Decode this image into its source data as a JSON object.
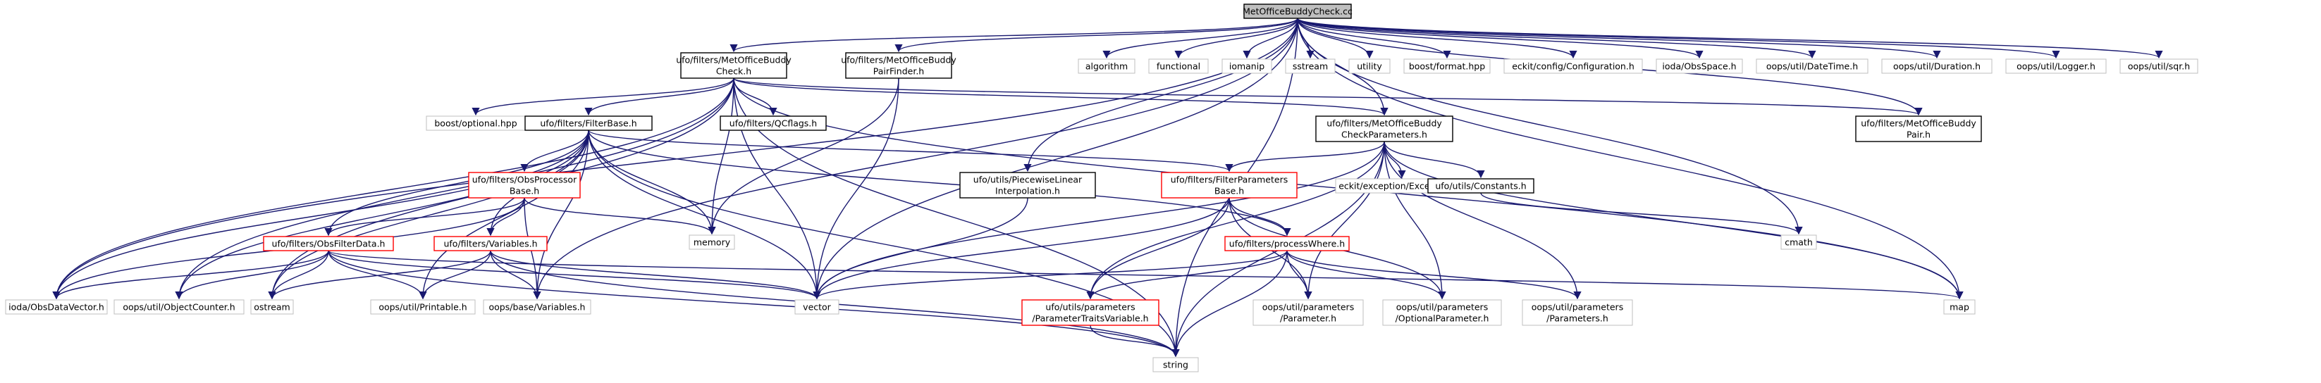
{
  "graph": {
    "nodes": [
      {
        "id": "root",
        "lines": [
          "MetOfficeBuddyCheck.cc"
        ],
        "style": "root"
      },
      {
        "id": "buddycheck_h",
        "lines": [
          "ufo/filters/MetOfficeBuddy",
          "Check.h"
        ],
        "style": "black"
      },
      {
        "id": "pairfinder_h",
        "lines": [
          "ufo/filters/MetOfficeBuddy",
          "PairFinder.h"
        ],
        "style": "black"
      },
      {
        "id": "algorithm",
        "lines": [
          "algorithm"
        ],
        "style": "gray"
      },
      {
        "id": "functional",
        "lines": [
          "functional"
        ],
        "style": "gray"
      },
      {
        "id": "iomanip",
        "lines": [
          "iomanip"
        ],
        "style": "gray"
      },
      {
        "id": "sstream",
        "lines": [
          "sstream"
        ],
        "style": "gray"
      },
      {
        "id": "utility",
        "lines": [
          "utility"
        ],
        "style": "gray"
      },
      {
        "id": "boost_format",
        "lines": [
          "boost/format.hpp"
        ],
        "style": "gray"
      },
      {
        "id": "eckit_config",
        "lines": [
          "eckit/config/Configuration.h"
        ],
        "style": "gray"
      },
      {
        "id": "ioda_obsspace",
        "lines": [
          "ioda/ObsSpace.h"
        ],
        "style": "gray"
      },
      {
        "id": "oops_datetime",
        "lines": [
          "oops/util/DateTime.h"
        ],
        "style": "gray"
      },
      {
        "id": "oops_duration",
        "lines": [
          "oops/util/Duration.h"
        ],
        "style": "gray"
      },
      {
        "id": "oops_logger",
        "lines": [
          "oops/util/Logger.h"
        ],
        "style": "gray"
      },
      {
        "id": "oops_sqr",
        "lines": [
          "oops/util/sqr.h"
        ],
        "style": "gray"
      },
      {
        "id": "boost_optional",
        "lines": [
          "boost/optional.hpp"
        ],
        "style": "gray"
      },
      {
        "id": "filterbase_h",
        "lines": [
          "ufo/filters/FilterBase.h"
        ],
        "style": "black"
      },
      {
        "id": "qcflags_h",
        "lines": [
          "ufo/filters/QCflags.h"
        ],
        "style": "black"
      },
      {
        "id": "checkparams_h",
        "lines": [
          "ufo/filters/MetOfficeBuddy",
          "CheckParameters.h"
        ],
        "style": "black"
      },
      {
        "id": "pair_h",
        "lines": [
          "ufo/filters/MetOfficeBuddy",
          "Pair.h"
        ],
        "style": "black"
      },
      {
        "id": "obsprocessor_h",
        "lines": [
          "ufo/filters/ObsProcessor",
          "Base.h"
        ],
        "style": "red"
      },
      {
        "id": "piecewise_h",
        "lines": [
          "ufo/utils/PiecewiseLinear",
          "Interpolation.h"
        ],
        "style": "black"
      },
      {
        "id": "filterparams_h",
        "lines": [
          "ufo/filters/FilterParameters",
          "Base.h"
        ],
        "style": "red"
      },
      {
        "id": "eckit_exceptions",
        "lines": [
          "eckit/exception/Exceptions.h"
        ],
        "style": "gray"
      },
      {
        "id": "constants_h",
        "lines": [
          "ufo/utils/Constants.h"
        ],
        "style": "black"
      },
      {
        "id": "memory",
        "lines": [
          "memory"
        ],
        "style": "gray"
      },
      {
        "id": "cmath",
        "lines": [
          "cmath"
        ],
        "style": "gray"
      },
      {
        "id": "obsfilterdata_h",
        "lines": [
          "ufo/filters/ObsFilterData.h"
        ],
        "style": "red"
      },
      {
        "id": "variables_h",
        "lines": [
          "ufo/filters/Variables.h"
        ],
        "style": "red"
      },
      {
        "id": "processwhere_h",
        "lines": [
          "ufo/filters/processWhere.h"
        ],
        "style": "red"
      },
      {
        "id": "vector",
        "lines": [
          "vector"
        ],
        "style": "gray"
      },
      {
        "id": "map",
        "lines": [
          "map"
        ],
        "style": "gray"
      },
      {
        "id": "ioda_datavector",
        "lines": [
          "ioda/ObsDataVector.h"
        ],
        "style": "gray"
      },
      {
        "id": "oops_objectcounter",
        "lines": [
          "oops/util/ObjectCounter.h"
        ],
        "style": "gray"
      },
      {
        "id": "ostream",
        "lines": [
          "ostream"
        ],
        "style": "gray"
      },
      {
        "id": "oops_printable",
        "lines": [
          "oops/util/Printable.h"
        ],
        "style": "gray"
      },
      {
        "id": "oops_base_variables",
        "lines": [
          "oops/base/Variables.h"
        ],
        "style": "gray"
      },
      {
        "id": "traitsvariable_h",
        "lines": [
          "ufo/utils/parameters",
          "/ParameterTraitsVariable.h"
        ],
        "style": "red"
      },
      {
        "id": "oops_parameter",
        "lines": [
          "oops/util/parameters",
          "/Parameter.h"
        ],
        "style": "gray"
      },
      {
        "id": "oops_optionalparameter",
        "lines": [
          "oops/util/parameters",
          "/OptionalParameter.h"
        ],
        "style": "gray"
      },
      {
        "id": "oops_parameters",
        "lines": [
          "oops/util/parameters",
          "/Parameters.h"
        ],
        "style": "gray"
      },
      {
        "id": "string",
        "lines": [
          "string"
        ],
        "style": "gray"
      }
    ],
    "colors": {
      "edge": "#191970",
      "root_fill": "#bfbfbf",
      "black_border": "#000000",
      "red_border": "#ff0000",
      "gray_border": "#bfbfbf",
      "node_fill": "#ffffff",
      "text": "#000000"
    }
  }
}
